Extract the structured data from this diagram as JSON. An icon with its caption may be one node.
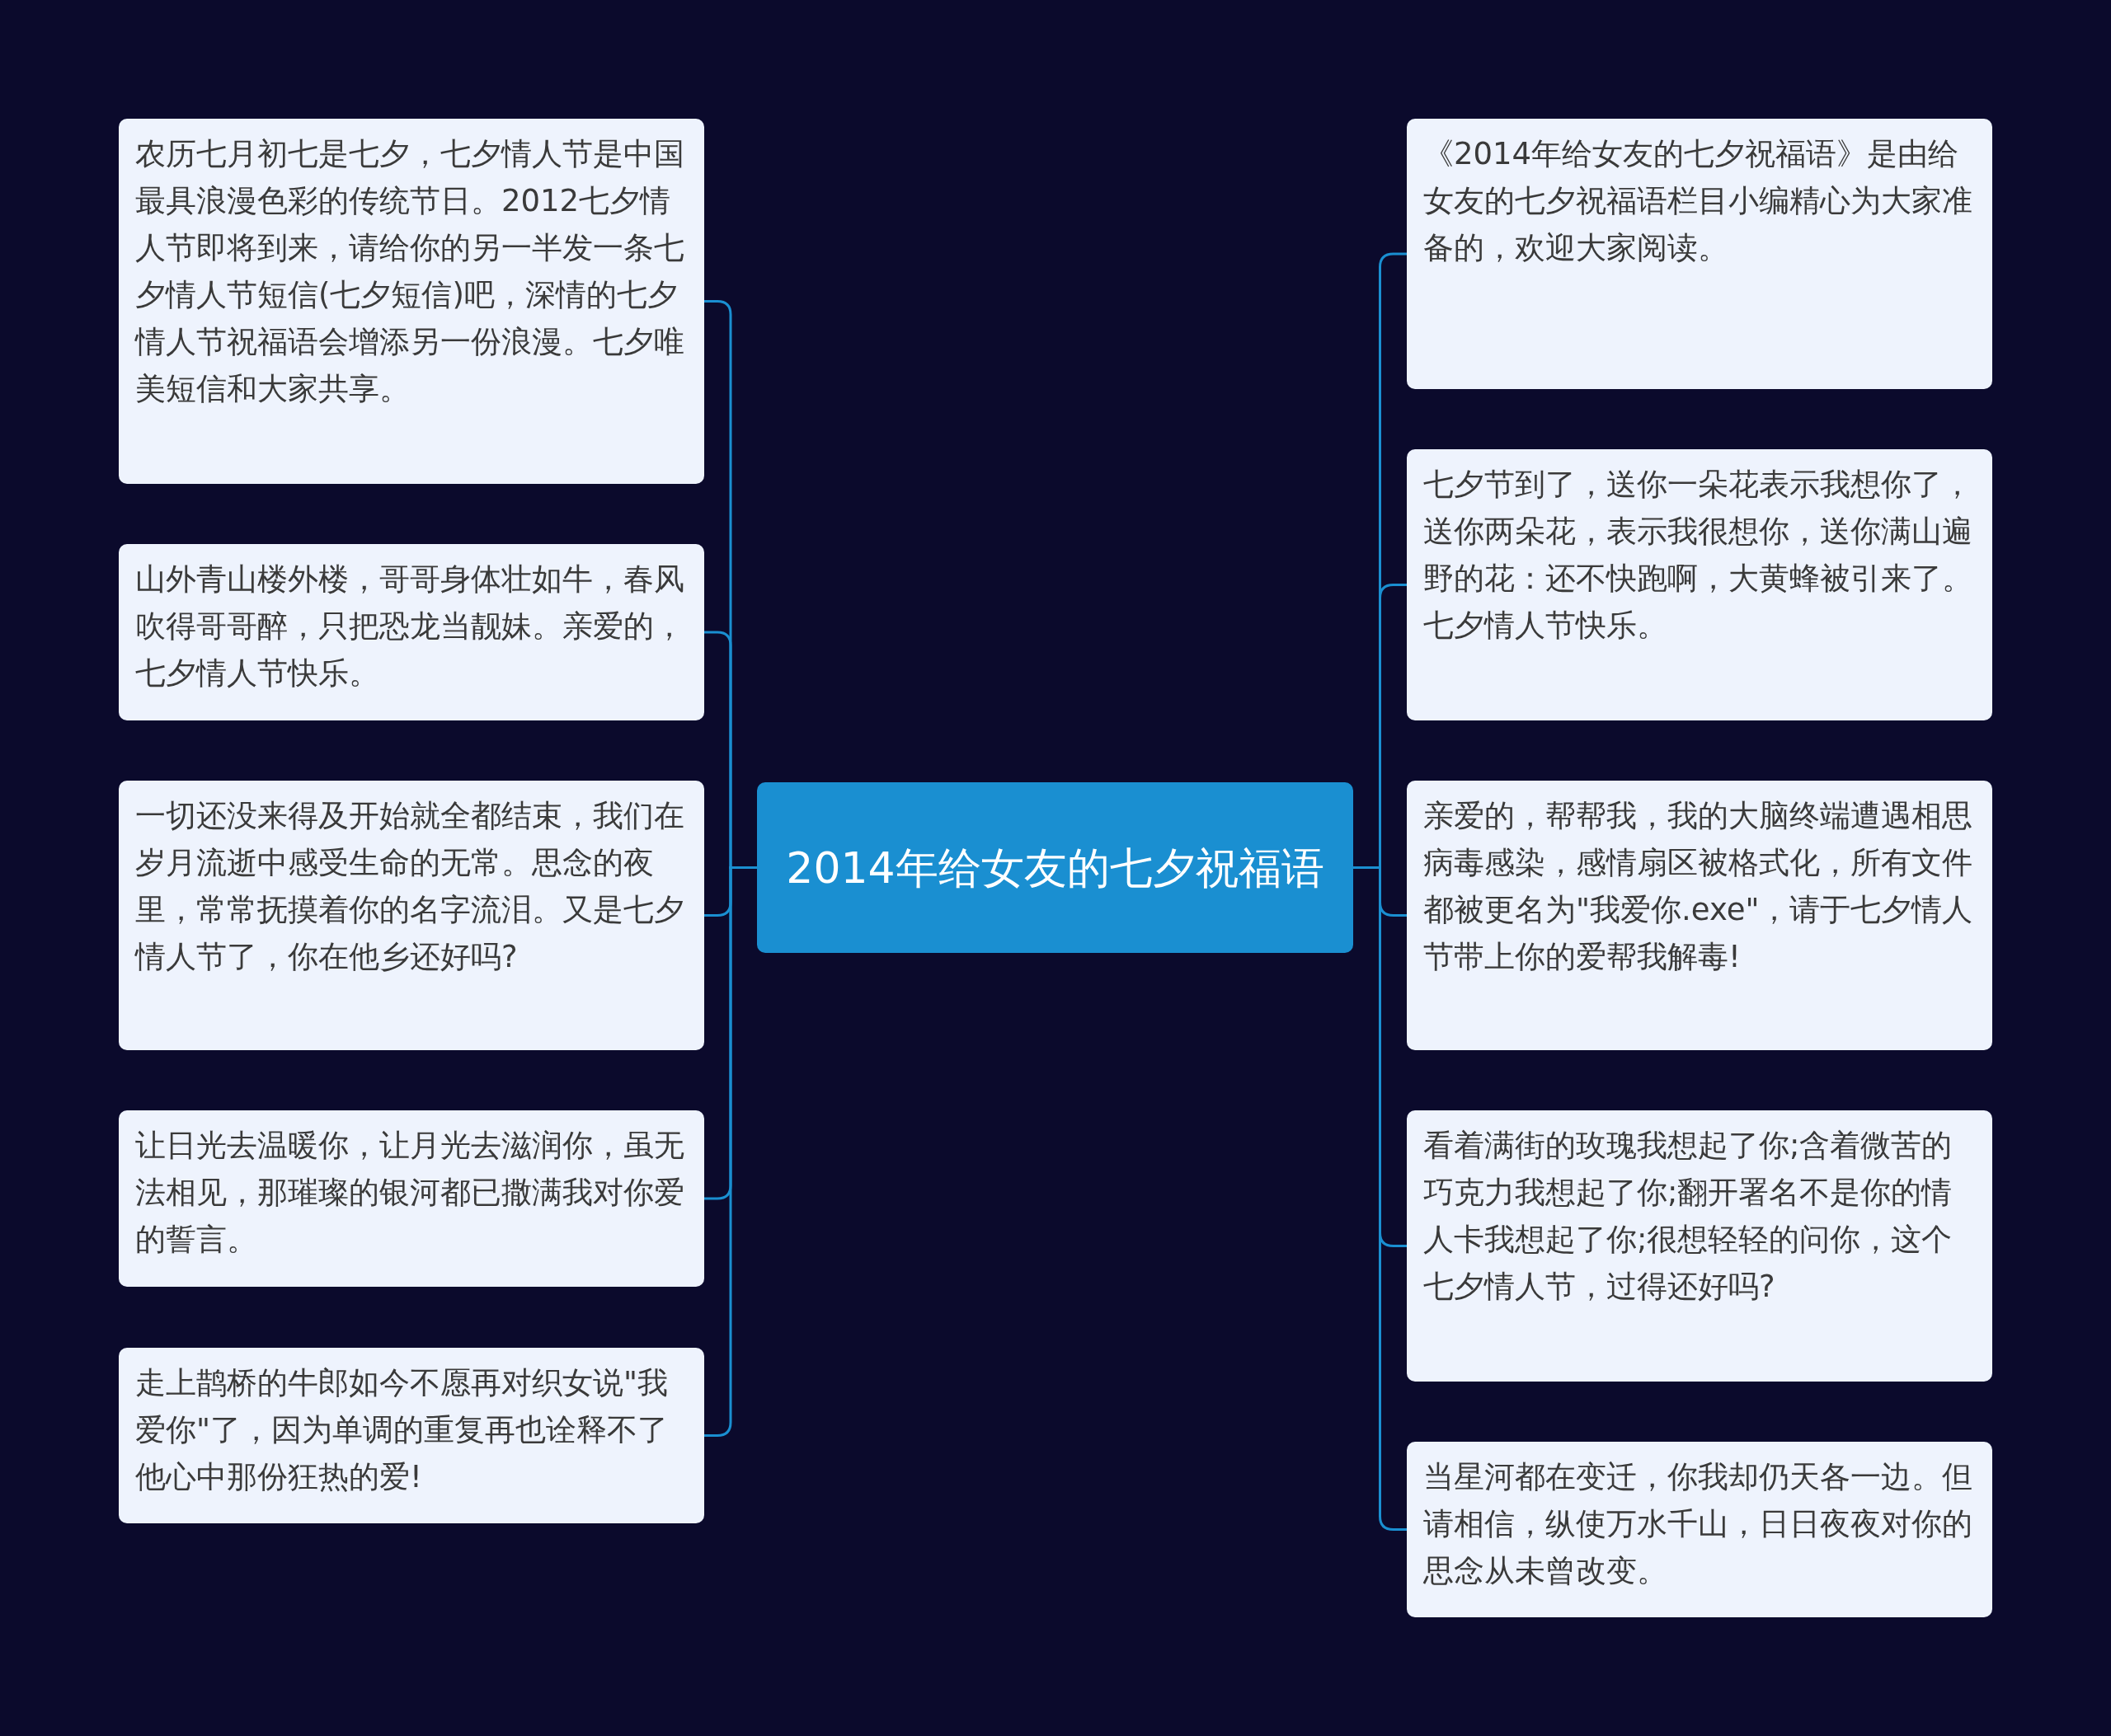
{
  "diagram": {
    "nodes": [
      {
        "text": [
          "2014年给女友的七夕祝福语"
        ]
      },
      {
        "text": [
          "农历七月初七是七夕，七夕情人节是中国最具浪漫色彩的传统节日。2012七夕情人节即将到来，请给你的另一半发一条七夕情人节短信(七夕短信)吧，深情的七夕情人节祝福语会增添另一份浪漫。七夕唯美短信和大家共享。"
        ]
      },
      {
        "text": [
          "山外青山楼外楼，哥哥身体壮如牛，春风吹得哥哥醉，只把恐龙当靓妹。亲爱的，七夕情人节快乐。"
        ]
      },
      {
        "text": [
          "一切还没来得及开始就全都结束，我们在岁月流逝中感受生命的无常。思念的夜里，常常抚摸着你的名字流泪。又是七夕情人节了，你在他乡还好吗?"
        ]
      },
      {
        "text": [
          "让日光去温暖你，让月光去滋润你，虽无法相见，那璀璨的银河都已撒满我对你爱的誓言。"
        ]
      },
      {
        "text": [
          "走上鹊桥的牛郎如今不愿再对织女说\"我爱你\"了，因为单调的重复再也诠释不了他心中那份狂热的爱!"
        ]
      },
      {
        "text": [
          "《2014年给女友的七夕祝福语》是由给女友的七夕祝福语栏目小编精心为大家准备的，欢迎大家阅读。"
        ]
      },
      {
        "text": [
          "七夕节到了，送你一朵花表示我想你了，送你两朵花，表示我很想你，送你满山遍野的花：还不快跑啊，大黄蜂被引来了。七夕情人节快乐。"
        ]
      },
      {
        "text": [
          "亲爱的，帮帮我，我的大脑终端遭遇相思病毒感染，感情扇区被格式化，所有文件都被更名为\"我爱你.exe\"，请于七夕情人节带上你的爱帮我解毒!"
        ]
      },
      {
        "text": [
          "看着满街的玫瑰我想起了你;含着微苦的巧克力我想起了你;翻开署名不是你的情人卡我想起了你;很想轻轻的问你，这个七夕情人节，过得还好吗?"
        ]
      },
      {
        "text": [
          "当星河都在变迁，你我却仍天各一边。但请相信，纵使万水千山，日日夜夜对你的思念从未曾改变。"
        ]
      }
    ],
    "edges": [
      {
        "from": 0,
        "to": 1,
        "arrow": "none"
      },
      {
        "from": 0,
        "to": 2,
        "arrow": "none"
      },
      {
        "from": 0,
        "to": 3,
        "arrow": "none"
      },
      {
        "from": 0,
        "to": 4,
        "arrow": "none"
      },
      {
        "from": 0,
        "to": 5,
        "arrow": "none"
      },
      {
        "from": 0,
        "to": 6,
        "arrow": "none"
      },
      {
        "from": 0,
        "to": 7,
        "arrow": "none"
      },
      {
        "from": 0,
        "to": 8,
        "arrow": "none"
      },
      {
        "from": 0,
        "to": 9,
        "arrow": "none"
      },
      {
        "from": 0,
        "to": 10,
        "arrow": "none"
      }
    ]
  }
}
